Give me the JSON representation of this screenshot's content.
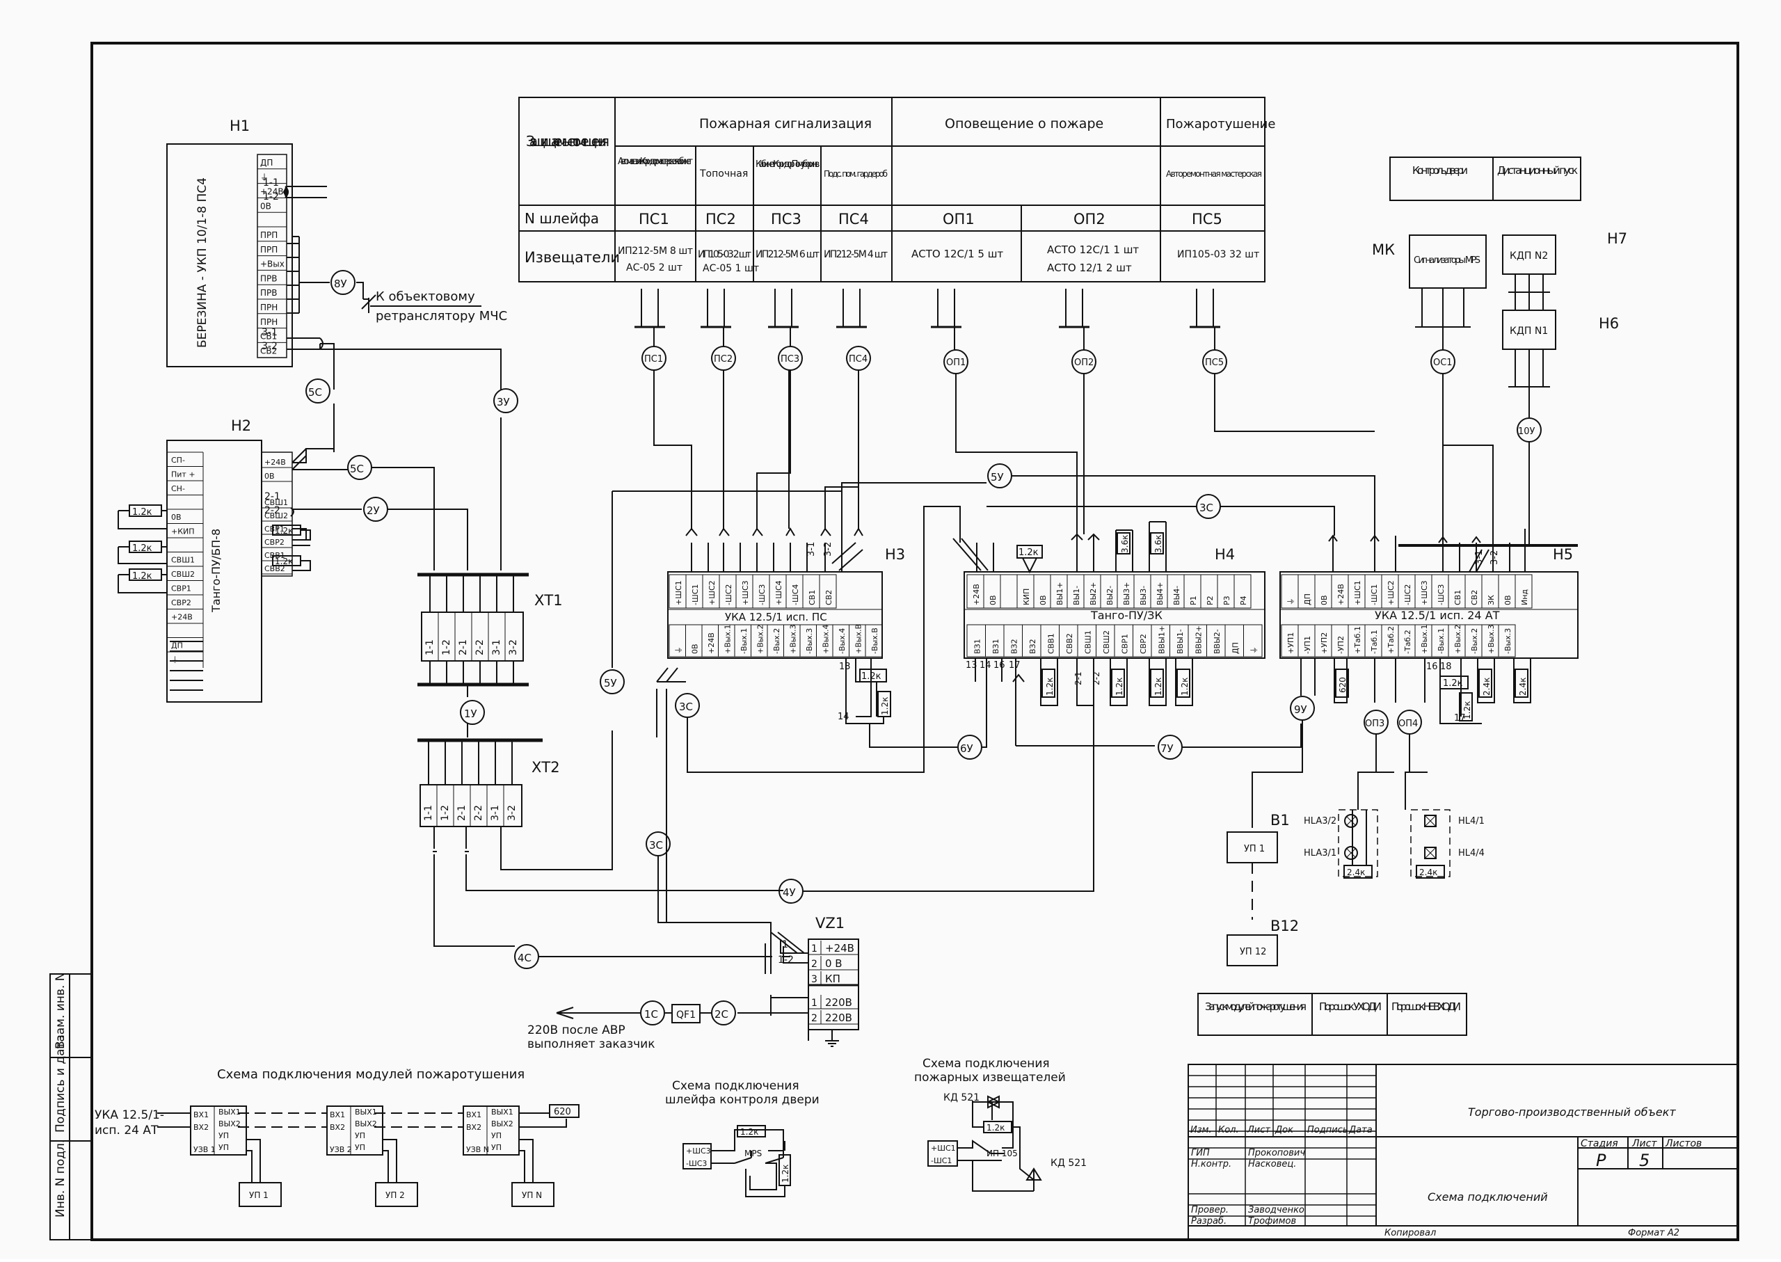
{
  "header_table": {
    "rows": {
      "rooms": "Защищаемые помещения",
      "loop_no": "N шлейфа",
      "detectors": "Извещатели"
    },
    "groups": {
      "fire_alarm": "Пожарная сигнализация",
      "warning": "Оповещение о пожаре",
      "extinguish": "Пожаротушение"
    },
    "columns": [
      {
        "room": "Автомагазин Коридор мастерская кабинет",
        "loop": "ПС1",
        "det1": "ИП212-5М 8 шт",
        "det2": "АС-05 2 шт"
      },
      {
        "room": "Топочная",
        "loop": "ПС2",
        "det1": "ИП105-03 2 шт",
        "det2": "АС-05 1 шт"
      },
      {
        "room": "Кабинет Коридор Пом. убор. инв.",
        "loop": "ПС3",
        "det1": "ИП212-5М 6 шт",
        "det2": ""
      },
      {
        "room": "Подс. пом. гардероб",
        "loop": "ПС4",
        "det1": "ИП212-5М 4 шт",
        "det2": ""
      },
      {
        "room": "",
        "loop": "ОП1",
        "det1": "АСТО 12С/1 5 шт",
        "det2": ""
      },
      {
        "room": "",
        "loop": "ОП2",
        "det1": "АСТО 12С/1 1 шт",
        "det2": "АСТО 12/1 2 шт"
      },
      {
        "room": "Авторемонтная мастерская",
        "loop": "ПС5",
        "det1": "ИП105-03 32 шт",
        "det2": ""
      }
    ]
  },
  "right_table": {
    "door_control": "Контроль двери",
    "remote_start": "Дистанционный пуск"
  },
  "devices": {
    "h1": {
      "label": "Н1",
      "name": "БЕРЕЗИНА - УКП 10/1-8 ПС4",
      "terms": [
        "ДП",
        "⏚",
        "+24В",
        "0В",
        "",
        "ПРП",
        "ПРП",
        "+Вых",
        "ПРВ",
        "ПРВ",
        "ПРН",
        "ПРН",
        "СВ1",
        "СВ2"
      ]
    },
    "h2": {
      "label": "Н2",
      "name": "Танго-ПУ/БП-8",
      "terms": [
        "СП-",
        "Пит +",
        "СН-",
        "",
        "0В",
        "+КИП",
        "",
        "СВШ1",
        "СВШ2",
        "СВР1",
        "СВР2",
        "+24В",
        "",
        "ДП",
        "⏚"
      ],
      "top": [
        "+24В",
        "0В"
      ],
      "mid": [
        "СВШ1",
        "СВШ2",
        "СВР1",
        "СВР2",
        "СВВ1",
        "СВВ2"
      ]
    },
    "h3": {
      "label": "Н3",
      "name": "УКА 12.5/1 исп. ПС",
      "top": [
        "+ШС1",
        "-ШС1",
        "+ШС2",
        "-ШС2",
        "+ШС3",
        "-ШС3",
        "+ШС4",
        "-ШС4",
        "СВ1",
        "СВ2"
      ],
      "bottom": [
        "⏚",
        "0В",
        "+24В",
        "+Вых.1",
        "-Вых.1",
        "+Вых.2",
        "-Вых.2",
        "+Вых.3",
        "-Вых.3",
        "+Вых.4",
        "-Вых.4",
        "+Вых.В",
        "-Вых.В"
      ]
    },
    "h4": {
      "label": "Н4",
      "name": "Танго-ПУ/ЗК",
      "top": [
        "+24В",
        "0В",
        "",
        "КИП",
        "0В",
        "ВЫ1+",
        "ВЫ1-",
        "ВЫ2+",
        "ВЫ2-",
        "ВЫ3+",
        "ВЫ3-",
        "ВЫ4+",
        "ВЫ4-",
        "Р1",
        "Р2",
        "Р3",
        "Р4"
      ],
      "bottom": [
        "ВЗ1",
        "ВЗ1",
        "ВЗ2",
        "ВЗ2",
        "СВВ1",
        "СВВ2",
        "СВШ1",
        "СВШ2",
        "СВР1",
        "СВР2",
        "ВВЫ1+",
        "ВВЫ1-",
        "ВВЫ2+",
        "ВВЫ2-",
        "ДП",
        "⏚"
      ]
    },
    "h5": {
      "label": "Н5",
      "name": "УКА 12.5/1 исп. 24 АТ",
      "top": [
        "⏚",
        "ДП",
        "0В",
        "+24В",
        "+ШС1",
        "-ШС1",
        "+ШС2",
        "-ШС2",
        "+ШС3",
        "-ШС3",
        "СВ1",
        "СВ2",
        "ЗК",
        "0В",
        "Инд"
      ],
      "bottom": [
        "+УП1",
        "-УП1",
        "+УП2",
        "-УП2",
        "+Таб.1",
        "-Таб.1",
        "+Таб.2",
        "-Таб.2",
        "+Вых.1",
        "-Вых.1",
        "+Вых.2",
        "-Вых.2",
        "+Вых.3",
        "-Вых.3"
      ]
    },
    "h6": {
      "label": "Н6",
      "name": "КДП N1"
    },
    "h7": {
      "label": "Н7",
      "name": "КДП N2"
    },
    "mk": {
      "label": "МК",
      "name": "Сигнализаторы MPS"
    },
    "xt1": {
      "label": "ХТ1",
      "terms": [
        "1-1",
        "1-2",
        "2-1",
        "2-2",
        "3-1",
        "3-2"
      ]
    },
    "xt2": {
      "label": "ХТ2",
      "terms": [
        "1-1",
        "1-2",
        "2-1",
        "2-2",
        "3-1",
        "3-2"
      ]
    },
    "vz1": {
      "label": "VZ1",
      "rows": [
        [
          "1",
          "+24В"
        ],
        [
          "2",
          "0 В"
        ],
        [
          "3",
          "КП"
        ],
        [
          "1",
          "220В"
        ],
        [
          "2",
          "220В"
        ]
      ]
    },
    "b1": {
      "label": "В1",
      "name": "УП 1"
    },
    "b12": {
      "label": "В12",
      "name": "УП 12"
    }
  },
  "cables": [
    "8У",
    "5С",
    "3У",
    "5С",
    "2У",
    "1У",
    "5У",
    "3С",
    "6У",
    "7У",
    "4У",
    "4С",
    "3С",
    "5У",
    "10У",
    "9У",
    "ОП3",
    "ОП4",
    "1С",
    "2С",
    "ПС1",
    "ПС2",
    "ПС3",
    "ПС4",
    "ОП1",
    "ОП2",
    "ПС5",
    "ОС1"
  ],
  "resistors": {
    "r12": "1.2к",
    "r36": "3.6к",
    "r24": "2.4к",
    "r620": "620"
  },
  "misc": {
    "mchs": "К объектовому ретранслятору МЧС",
    "qf1": "QF1",
    "power": "220В после АВР",
    "power2": "выполняет заказчик",
    "hla32": "HLA3/2",
    "hla31": "HLA3/1",
    "hl41": "HL4/1",
    "hl44": "HL4/4",
    "term_h3": [
      "3-1",
      "3-2"
    ],
    "term_h2": [
      "2-1",
      "2-2"
    ],
    "term_h1a": [
      "1-1",
      "1-2"
    ],
    "term_h1b": [
      "3-1",
      "3-2"
    ],
    "n13": "13",
    "n14": "14",
    "n16": "16",
    "n17": "17",
    "n18": "18",
    "n21": "2-1",
    "n22": "2-2"
  },
  "bottom_boxes": [
    "Запуск модулей пожаротушения",
    "Порошок УХОДИ",
    "Порошок НЕ ВХОДИ"
  ],
  "schemes": {
    "modules_title": "Схема подключения модулей пожаротушения",
    "uka": "УКА 12.5/1-",
    "uka2": "исп. 24 АТ",
    "mod_labels": [
      "УЗВ 1",
      "УЗВ 2",
      "УЗВ N"
    ],
    "mod_terms": [
      "ВХ1",
      "ВХ2",
      "ВЫХ1",
      "ВЫХ2",
      "УП",
      "УП"
    ],
    "up": [
      "УП 1",
      "УП 2",
      "УП N"
    ],
    "door_title": "Схема подключения шлейфа контроля двери",
    "door_terms": [
      "+ШС3",
      "-ШС3"
    ],
    "mps": "MPS",
    "det_title": "Схема подключения пожарных извещателей",
    "kd521": "КД 521",
    "ip105": "ИП 105",
    "det_terms": [
      "+ШС1",
      "-ШС1"
    ]
  },
  "stamp": {
    "object": "Торгово-производственный объект",
    "title": "Схема подключений",
    "cols": [
      "Изм.",
      "Кол.",
      "Лист",
      "Док",
      "Подпись",
      "Дата"
    ],
    "roles": [
      [
        "ГИП",
        "Прокопович"
      ],
      [
        "Н.контр.",
        "Насковец."
      ],
      [
        "Провер.",
        "Заводченко"
      ],
      [
        "Разраб.",
        "Трофимов"
      ]
    ],
    "stage_h": "Стадия",
    "sheet_h": "Лист",
    "sheets_h": "Листов",
    "stage": "Р",
    "sheet": "5",
    "copied": "Копировал",
    "format": "Формат А2"
  },
  "left_margin": [
    "Инв. N подл.",
    "Подпись и дата",
    "Взам. инв. N"
  ]
}
